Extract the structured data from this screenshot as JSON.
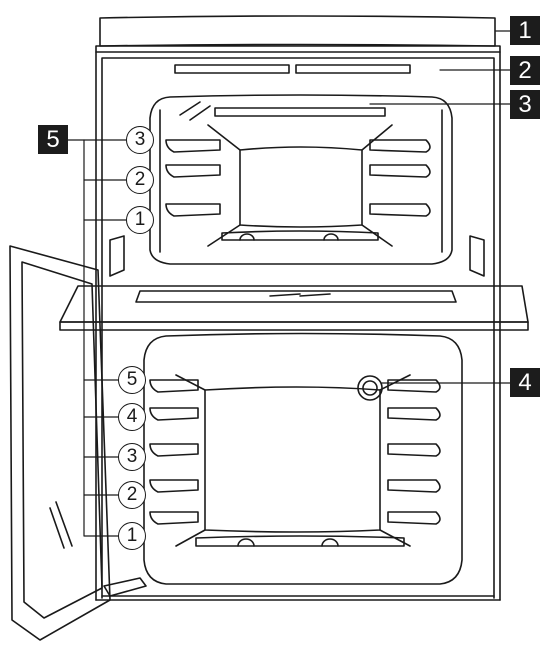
{
  "callouts": {
    "c1": "1",
    "c2": "2",
    "c3": "3",
    "c4": "4",
    "c5": "5"
  },
  "upper_oven": {
    "shelf_positions": [
      "3",
      "2",
      "1"
    ]
  },
  "lower_oven": {
    "shelf_positions": [
      "5",
      "4",
      "3",
      "2",
      "1"
    ]
  },
  "colors": {
    "line": "#1a1a1a",
    "callout_fill": "#1c1c1c",
    "callout_text": "#ffffff",
    "background": "#ffffff"
  }
}
